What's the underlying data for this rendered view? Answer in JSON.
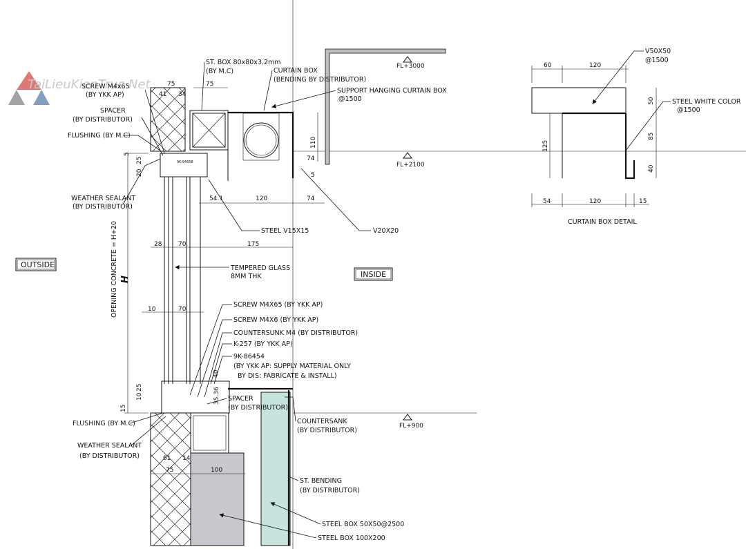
{
  "watermark": "TaiLieuKienTruc.Net",
  "zones": {
    "outside": "OUTSIDE",
    "inside": "INSIDE"
  },
  "levels": [
    "FL+3000",
    "FL+2100",
    "FL+900"
  ],
  "labels": {
    "st_box": "ST. BOX 80x80x3.2mm",
    "st_box_by": "(BY M.C)",
    "curtain_box": "CURTAIN BOX",
    "curtain_box_by": "(BENDING BY DISTRIBUTOR)",
    "support": "SUPPORT HANGING CURTAIN BOX",
    "support_at": "@1500",
    "screw_top": "SCREW M4x65",
    "screw_top_by": "(BY YKK AP)",
    "spacer_top": "SPACER",
    "spacer_top_by": "(BY DISTRIBUTOR)",
    "flushing_top": "FLUSHING (BY M.C)",
    "weather_top": "WEATHER SEALANT",
    "weather_top_by": "(BY DISTRIBUTOR)",
    "steel_v15": "STEEL V15X15",
    "v20": "V20X20",
    "tempered": "TEMPERED GLASS",
    "tempered_thk": "8MM THK",
    "opening": "OPENING CONCRETE = H+20",
    "h_mark": "H",
    "screw_m4x65": "SCREW M4X65 (BY YKK AP)",
    "screw_m4x6": "SCREW M4X6  (BY YKK AP)",
    "countersunk": "COUNTERSUNK M4 (BY DISTRIBUTOR)",
    "k257": "K-257 (BY YKK AP)",
    "k9": "9K-86454",
    "k9_a": "(BY YKK AP: SUPPLY MATERIAL ONLY",
    "k9_b": "BY DIS: FABRICATE & INSTALL)",
    "spacer_bot": "SPACER",
    "spacer_bot_by": "(BY DISTRIBUTOR)",
    "countersank": "COUNTERSANK",
    "countersank_by": "(BY DISTRIBUTOR)",
    "flushing_bot": "FLUSHING (BY M.C)",
    "weather_bot": "WEATHER SEALANT",
    "weather_bot_by": "(BY DISTRIBUTOR)",
    "st_bending": "ST. BENDING",
    "st_bending_by": "(BY DISTRIBUTOR)",
    "steel_box_50": "STEEL BOX 50X50@2500",
    "steel_box_100": "STEEL BOX  100X200",
    "profile_tag": "9K-94658"
  },
  "dims": {
    "d75a": "75",
    "d41": "41",
    "d34": "34",
    "d75b": "75",
    "d110": "110",
    "d74a": "74",
    "d5": "5",
    "d20": "20",
    "d25a": "25",
    "d5b": "5",
    "d541": "54.1",
    "d120": "120",
    "d74b": "74",
    "d28": "28",
    "d70a": "70",
    "d175": "175",
    "d10a": "10",
    "d70b": "70",
    "d10b": "10",
    "d25b": "25",
    "d15": "15",
    "d40": "40",
    "d3536": "35.36",
    "d61": "61",
    "d14": "14",
    "d75c": "75",
    "d100": "100"
  },
  "detail": {
    "title": "CURTAIN BOX DETAIL",
    "v50": "V50X50",
    "v50_at": "@1500",
    "steel_white": "STEEL WHITE COLOR",
    "steel_white_at": "@1500",
    "d60": "60",
    "d120top": "120",
    "d50": "50",
    "d85": "85",
    "d40": "40",
    "d125": "125",
    "d54": "54",
    "d120bot": "120",
    "d15": "15"
  }
}
